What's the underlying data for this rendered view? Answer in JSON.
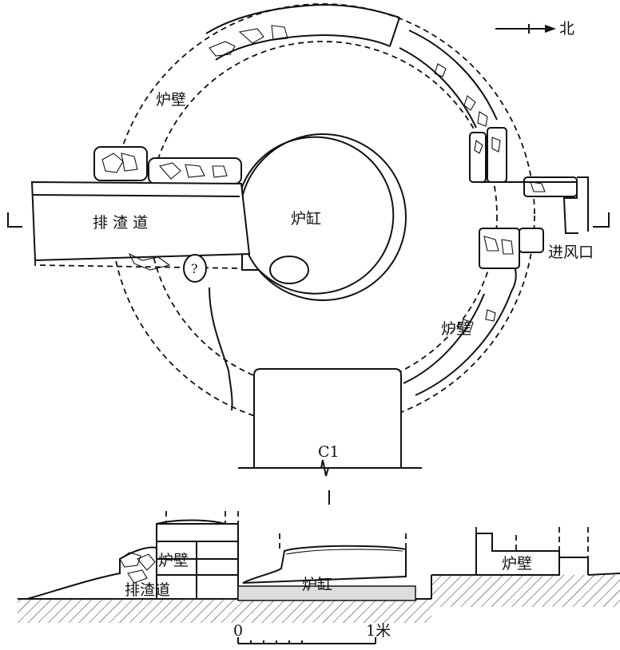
{
  "plan": {
    "north_label": "北",
    "wall_label_top": "炉壁",
    "wall_label_right": "炉壁",
    "slag_channel_label": "排 渣 道",
    "hearth_label": "炉缸",
    "tuyere_label": "进风口",
    "small_mark": "?",
    "section_id": "C1"
  },
  "section": {
    "wall_label_left": "炉壁",
    "wall_label_right": "炉壁",
    "slag_channel_label": "排渣道",
    "hearth_label": "炉缸"
  },
  "scale": {
    "start_label": "0",
    "end_label": "1米"
  }
}
